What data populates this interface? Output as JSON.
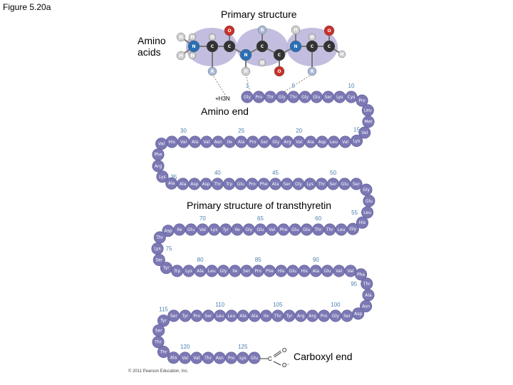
{
  "figure_label": "Figure 5.20a",
  "title": "Primary structure",
  "labels": {
    "amino_acids": "Amino\nacids",
    "amino_end": "Amino end",
    "middle": "Primary structure of transthyretin",
    "carboxyl_end": "Carboxyl end",
    "copyright": "© 2011 Pearson Education, Inc."
  },
  "n_terminus": "+H3N",
  "c_terminus": "C",
  "colors": {
    "bead": "#7b78b4",
    "bead_edge": "#5d5a96",
    "number": "#4a7fb0",
    "nitrogen": "#2b6fb5",
    "oxygen": "#c8302a",
    "carbon": "#333333",
    "hydrogen": "#cfcfcf",
    "r_group": "#a9b8d6",
    "backbone_cloud": "#b9b3da"
  },
  "sequence": [
    "Gly",
    "Pro",
    "Thr",
    "Gly",
    "Thr",
    "Gly",
    "Glu",
    "Ser",
    "Lys",
    "Cys",
    "Pro",
    "Leu",
    "Met",
    "Val",
    "Lys",
    "Val",
    "Leu",
    "Asp",
    "Ala",
    "Val",
    "Arg",
    "Gly",
    "Ser",
    "Pro",
    "Ala",
    "Ile",
    "Asn",
    "Val",
    "Ala",
    "Val",
    "His",
    "Val",
    "Phe",
    "Arg",
    "Lys",
    "Ala",
    "Ala",
    "Asp",
    "Asp",
    "Thr",
    "Trp",
    "Glu",
    "Pro",
    "Phe",
    "Ala",
    "Ser",
    "Gly",
    "Lys",
    "Thr",
    "Ser",
    "Glu",
    "Ser",
    "Gly",
    "Glu",
    "Leu",
    "His",
    "Gly",
    "Leu",
    "Thr",
    "Thr",
    "Glu",
    "Glu",
    "Phe",
    "Val",
    "Glu",
    "Gly",
    "Ile",
    "Tyr",
    "Lys",
    "Val",
    "Glu",
    "Ile",
    "Asp",
    "Thr",
    "Lys",
    "Ser",
    "Tyr",
    "Trp",
    "Lys",
    "Ala",
    "Leu",
    "Gly",
    "Ile",
    "Ser",
    "Pro",
    "Phe",
    "His",
    "Glu",
    "His",
    "Ala",
    "Glu",
    "Val",
    "Val",
    "Phe",
    "Thr",
    "Ala",
    "Asn",
    "Asp",
    "Ser",
    "Gly",
    "Pro",
    "Arg",
    "Arg",
    "Tyr",
    "Thr",
    "Ile",
    "Ala",
    "Ala",
    "Leu",
    "Leu",
    "Ser",
    "Pro",
    "Tyr",
    "Ser",
    "Tyr",
    "Ser",
    "Thr",
    "Thr",
    "Ala",
    "Val",
    "Val",
    "Thr",
    "Asn",
    "Pro",
    "Lys",
    "Glu"
  ],
  "position_numbers": [
    "1",
    "5",
    "10",
    "15",
    "20",
    "25",
    "30",
    "35",
    "40",
    "45",
    "50",
    "55",
    "60",
    "65",
    "70",
    "75",
    "80",
    "85",
    "90",
    "95",
    "100",
    "105",
    "110",
    "115",
    "120",
    "125"
  ],
  "atoms": [
    "H",
    "H",
    "H",
    "N",
    "C",
    "C",
    "O",
    "R",
    "H",
    "N",
    "C",
    "C",
    "O",
    "H",
    "H",
    "H",
    "R",
    "N",
    "C",
    "C",
    "O",
    "R",
    "H",
    "H",
    "H"
  ]
}
